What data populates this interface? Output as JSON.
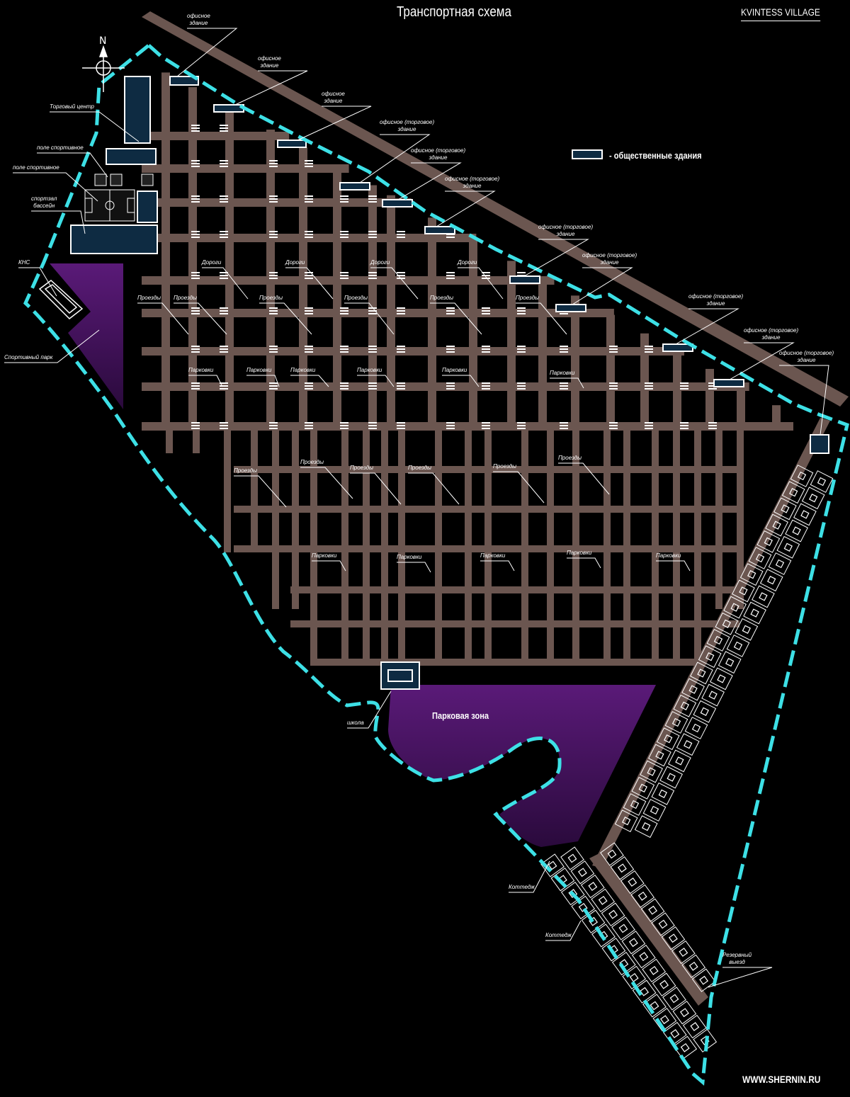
{
  "title": "Транспортная схема",
  "brand": "KVINTESS VILLAGE",
  "website": "WWW.SHERNIN.RU",
  "north": "N",
  "legend": {
    "label": "- общественные здания"
  },
  "park_label": "Парковая зона",
  "colors": {
    "background": "#000000",
    "road": "#6b5650",
    "boundary": "#3de0e6",
    "park": "#5b1a78",
    "building": "#0e2b42"
  },
  "labels": {
    "office": "офисное\nздание",
    "office_trade": "офисное (торговое)\nздание",
    "mall": "Торговый центр",
    "field": "поле спортивное",
    "gym": "спортзал\nбассейн",
    "kns": "КНС",
    "sport_park": "Спортивный парк",
    "roads": "Дороги",
    "driveways": "Проезды",
    "parking": "Парковки",
    "school": "школа",
    "cottage": "Коттедж",
    "reserve_exit": "Резервный\nвыезд"
  }
}
